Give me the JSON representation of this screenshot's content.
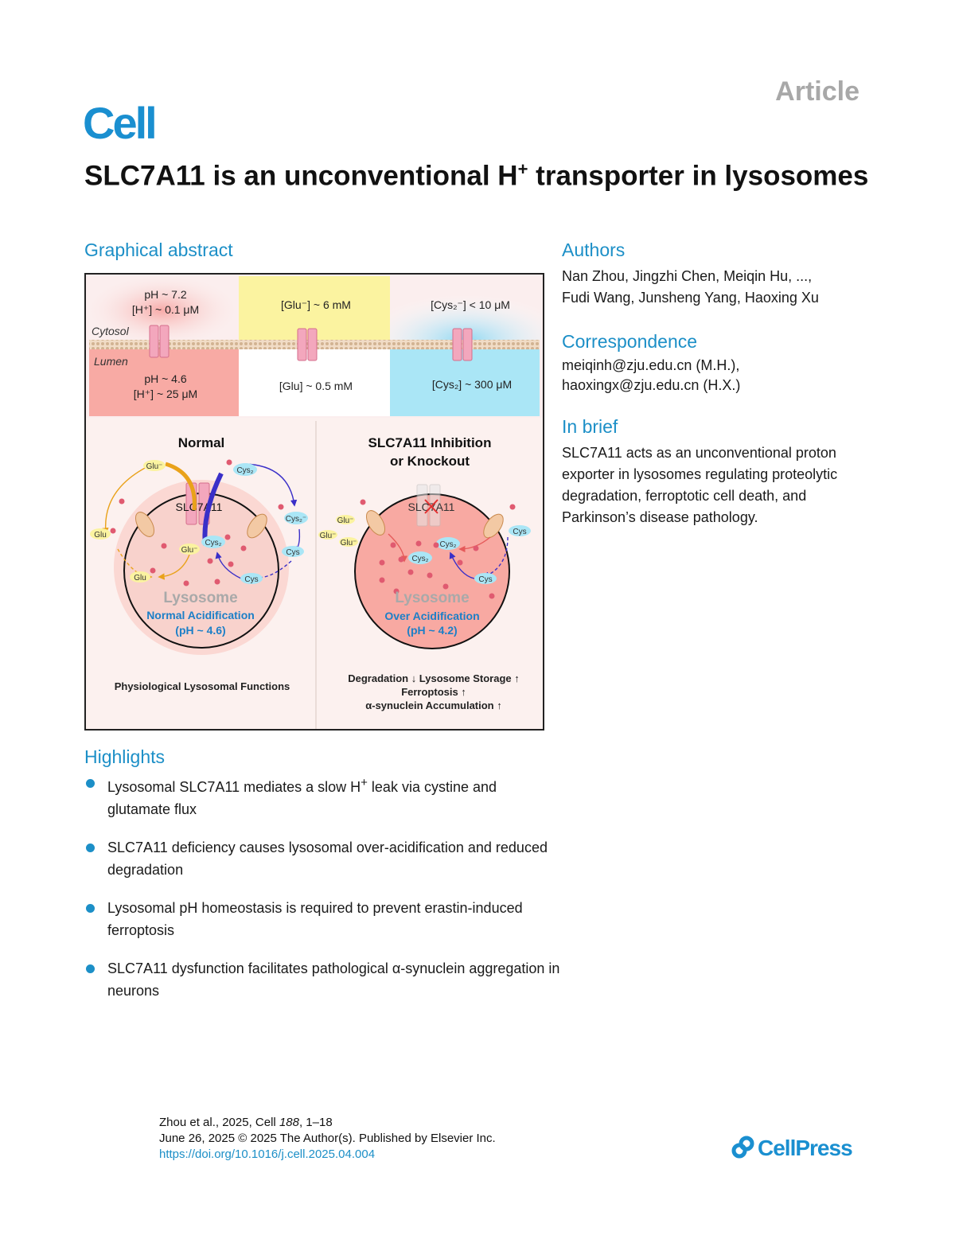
{
  "header": {
    "article_label": "Article",
    "journal_logo": "Cell"
  },
  "title": {
    "part1": "SLC7A11 is an unconventional H",
    "sup": "+",
    "part2": " transporter in lysosomes"
  },
  "graphical_abstract": {
    "heading": "Graphical abstract",
    "top": {
      "ph_cyt": "pH ~ 7.2",
      "h_cyt": "[H⁺] ~ 0.1 μM",
      "glu_cyt": "[Glu⁻] ~ 6 mM",
      "cys_cyt": "[Cys₂⁻] < 10 μM",
      "cytosol_label": "Cytosol",
      "lumen_label": "Lumen",
      "ph_lum": "pH ~ 4.6",
      "h_lum": "[H⁺] ~ 25 μM",
      "glu_lum": "[Glu] ~ 0.5 mM",
      "cys_lum": "[Cys₂] ~ 300 μM"
    },
    "normal": {
      "title": "Normal",
      "transporter": "SLC7A11",
      "lysosome": "Lysosome",
      "state": "Normal Acidification",
      "ph": "(pH ~ 4.6)",
      "glu": "Glu⁻",
      "glu_h": "Glu",
      "cys2": "Cys₂",
      "cys2m": "Cys₂⁻",
      "cys": "Cys",
      "caption": "Physiological Lysosomal Functions"
    },
    "knockout": {
      "title1": "SLC7A11 Inhibition",
      "title2": "or Knockout",
      "transporter": "SLC7A11",
      "lysosome": "Lysosome",
      "state": "Over Acidification",
      "ph": "(pH ~ 4.2)",
      "glu": "Glu⁻",
      "cys2": "Cys₂",
      "cys": "Cys",
      "caption1": "Degradation ↓  Lysosome Storage ↑",
      "caption2": "Ferroptosis ↑",
      "caption3": "α-synuclein Accumulation ↑"
    },
    "h_symbol": "H"
  },
  "authors": {
    "heading": "Authors",
    "line1": "Nan Zhou, Jingzhi Chen, Meiqin Hu, ...,",
    "line2": "Fudi Wang, Junsheng Yang, Haoxing Xu"
  },
  "correspondence": {
    "heading": "Correspondence",
    "email1": "meiqinh@zju.edu.cn (M.H.),",
    "email2": "haoxingx@zju.edu.cn (H.X.)"
  },
  "in_brief": {
    "heading": "In brief",
    "text": "SLC7A11 acts as an unconventional proton exporter in lysosomes regulating proteolytic degradation, ferroptotic cell death, and Parkinson’s disease pathology."
  },
  "highlights": {
    "heading": "Highlights",
    "items": [
      {
        "a": "Lysosomal SLC7A11 mediates a slow H",
        "sup": "+",
        "b": " leak via cystine and glutamate flux"
      },
      {
        "a": "SLC7A11 deficiency causes lysosomal over-acidification and reduced degradation",
        "sup": "",
        "b": ""
      },
      {
        "a": "Lysosomal pH homeostasis is required to prevent erastin-induced ferroptosis",
        "sup": "",
        "b": ""
      },
      {
        "a": "SLC7A11 dysfunction facilitates pathological α-synuclein aggregation in neurons",
        "sup": "",
        "b": ""
      }
    ]
  },
  "footer": {
    "citation_a": "Zhou et al., 2025, Cell ",
    "citation_vol": "188",
    "citation_b": ", 1–18",
    "date_line": "June 26, 2025 © 2025 The Author(s). Published by Elsevier Inc.",
    "doi": "https://doi.org/10.1016/j.cell.2025.04.004"
  },
  "publisher": "CellPress",
  "colors": {
    "accent": "#1c8fc7",
    "logo": "#1a8fd0",
    "lumen_red": "#f8aaa4",
    "glu_yellow": "#fbf3a0",
    "cys_cyan": "#aae6f6"
  }
}
